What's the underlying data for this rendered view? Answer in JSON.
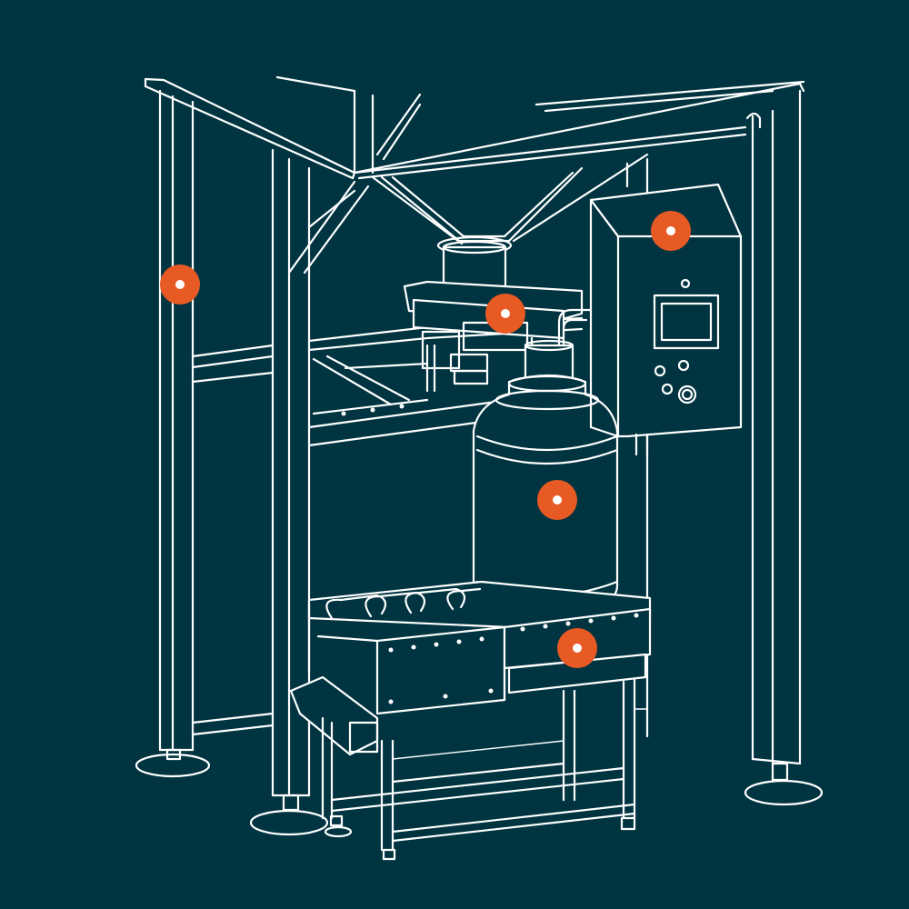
{
  "colors": {
    "background": "#003441",
    "line": "#ffffff",
    "hotspot": "#e85a24",
    "hotspot_center": "#ffffff"
  },
  "hotspots": [
    {
      "name": "hotspot-frame-column"
    },
    {
      "name": "hotspot-control-panel"
    },
    {
      "name": "hotspot-filling-head"
    },
    {
      "name": "hotspot-container"
    },
    {
      "name": "hotspot-conveyor-scale"
    }
  ]
}
